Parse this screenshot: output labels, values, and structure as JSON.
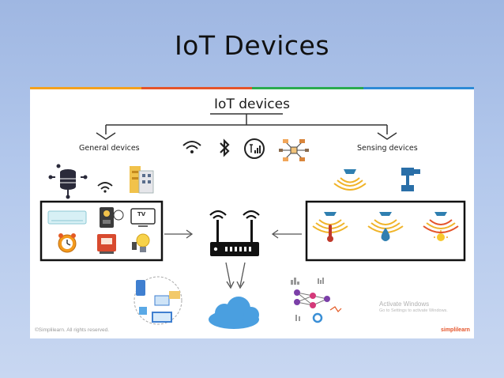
{
  "slide": {
    "title": "IoT Devices"
  },
  "diagram": {
    "heading": "IoT devices",
    "left_label": "General devices",
    "right_label": "Sensing devices",
    "tv_label": "TV",
    "copyright": "©Simplilearn. All rights reserved.",
    "brand": "simplilearn",
    "watermark_title": "Activate Windows",
    "watermark_sub": "Go to Settings to activate Windows.",
    "accent_colors": [
      "#f4a11d",
      "#e4542a",
      "#2bab4e",
      "#2e8bd6"
    ],
    "icons": {
      "connectivity": [
        "wifi-icon",
        "bluetooth-icon",
        "cellular-signal-icon",
        "network-hub-icon"
      ],
      "general_top": [
        "database-server-icon",
        "wifi-icon",
        "smart-building-icon"
      ],
      "general_devices": [
        "air-conditioner-icon",
        "smart-meter-icon",
        "tv-icon",
        "alarm-clock-icon",
        "coffee-machine-icon",
        "smart-bulb-icon"
      ],
      "sensing_top": [
        "ceiling-sensor-icon",
        "valve-actuator-icon"
      ],
      "sensors": [
        "temperature-sensor-icon",
        "humidity-sensor-icon",
        "light-sensor-icon"
      ],
      "hub": "router-icon",
      "outputs": [
        "cloud-icon",
        "app-devices-icon",
        "analytics-network-icon"
      ]
    }
  }
}
